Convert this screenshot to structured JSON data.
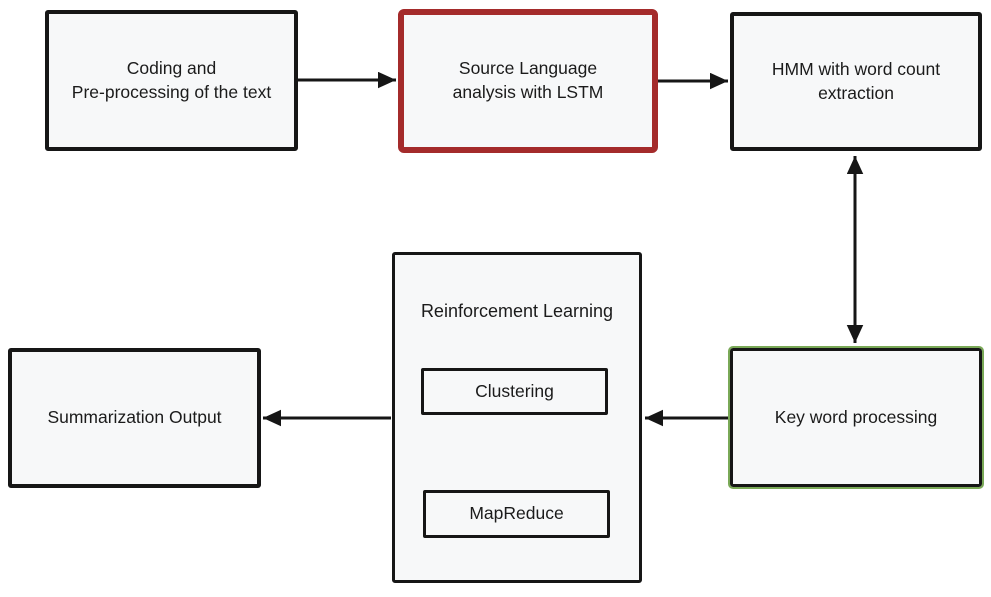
{
  "theme": {
    "background": "#ffffff",
    "box_fill": "#f7f8f9",
    "border_black": "#161616",
    "accent_red": "#a42b2b",
    "accent_green": "#7aa957",
    "text_color": "#1b1b1b"
  },
  "nodes": {
    "coding": {
      "label": "Coding and\nPre-processing of the text"
    },
    "source": {
      "label": "Source Language\nanalysis with LSTM"
    },
    "hmm": {
      "label": "HMM with word count\nextraction"
    },
    "keyword": {
      "label": "Key word processing"
    },
    "reinforcement": {
      "label": "Reinforcement Learning"
    },
    "clustering": {
      "label": "Clustering"
    },
    "mapreduce": {
      "label": "MapReduce"
    },
    "summary": {
      "label": "Summarization Output"
    }
  },
  "edges": [
    {
      "from": "coding",
      "to": "source",
      "direction": "right"
    },
    {
      "from": "source",
      "to": "hmm",
      "direction": "right"
    },
    {
      "from": "hmm",
      "to": "keyword",
      "direction": "bidirectional-vertical"
    },
    {
      "from": "keyword",
      "to": "reinforcement",
      "direction": "left"
    },
    {
      "from": "reinforcement",
      "to": "summary",
      "direction": "left"
    }
  ]
}
